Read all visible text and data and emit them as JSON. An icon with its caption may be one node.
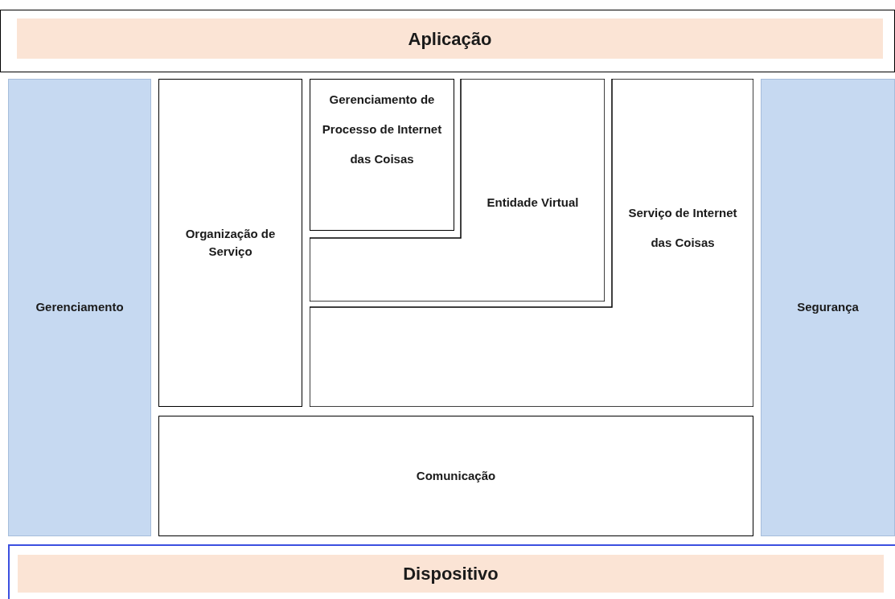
{
  "diagram": {
    "nodes": [
      {
        "text": [],
        "shape": "box"
      },
      {
        "text": [
          "Aplicação"
        ],
        "in": 0
      },
      {
        "text": [
          "Gerenciamento"
        ]
      },
      {
        "text": [
          "Organização de Serviço"
        ]
      },
      {
        "text": [
          "Gerenciamento de Processo de Internet das Coisas"
        ]
      },
      {
        "text": [
          "Entidade Virtual"
        ]
      },
      {
        "text": [
          "Serviço de Internet das Coisas"
        ]
      },
      {
        "text": [
          "Comunicação"
        ]
      },
      {
        "text": [
          "Segurança"
        ]
      },
      {
        "text": [],
        "shape": "box"
      },
      {
        "text": [
          "Dispositivo"
        ],
        "in": 9
      }
    ]
  }
}
